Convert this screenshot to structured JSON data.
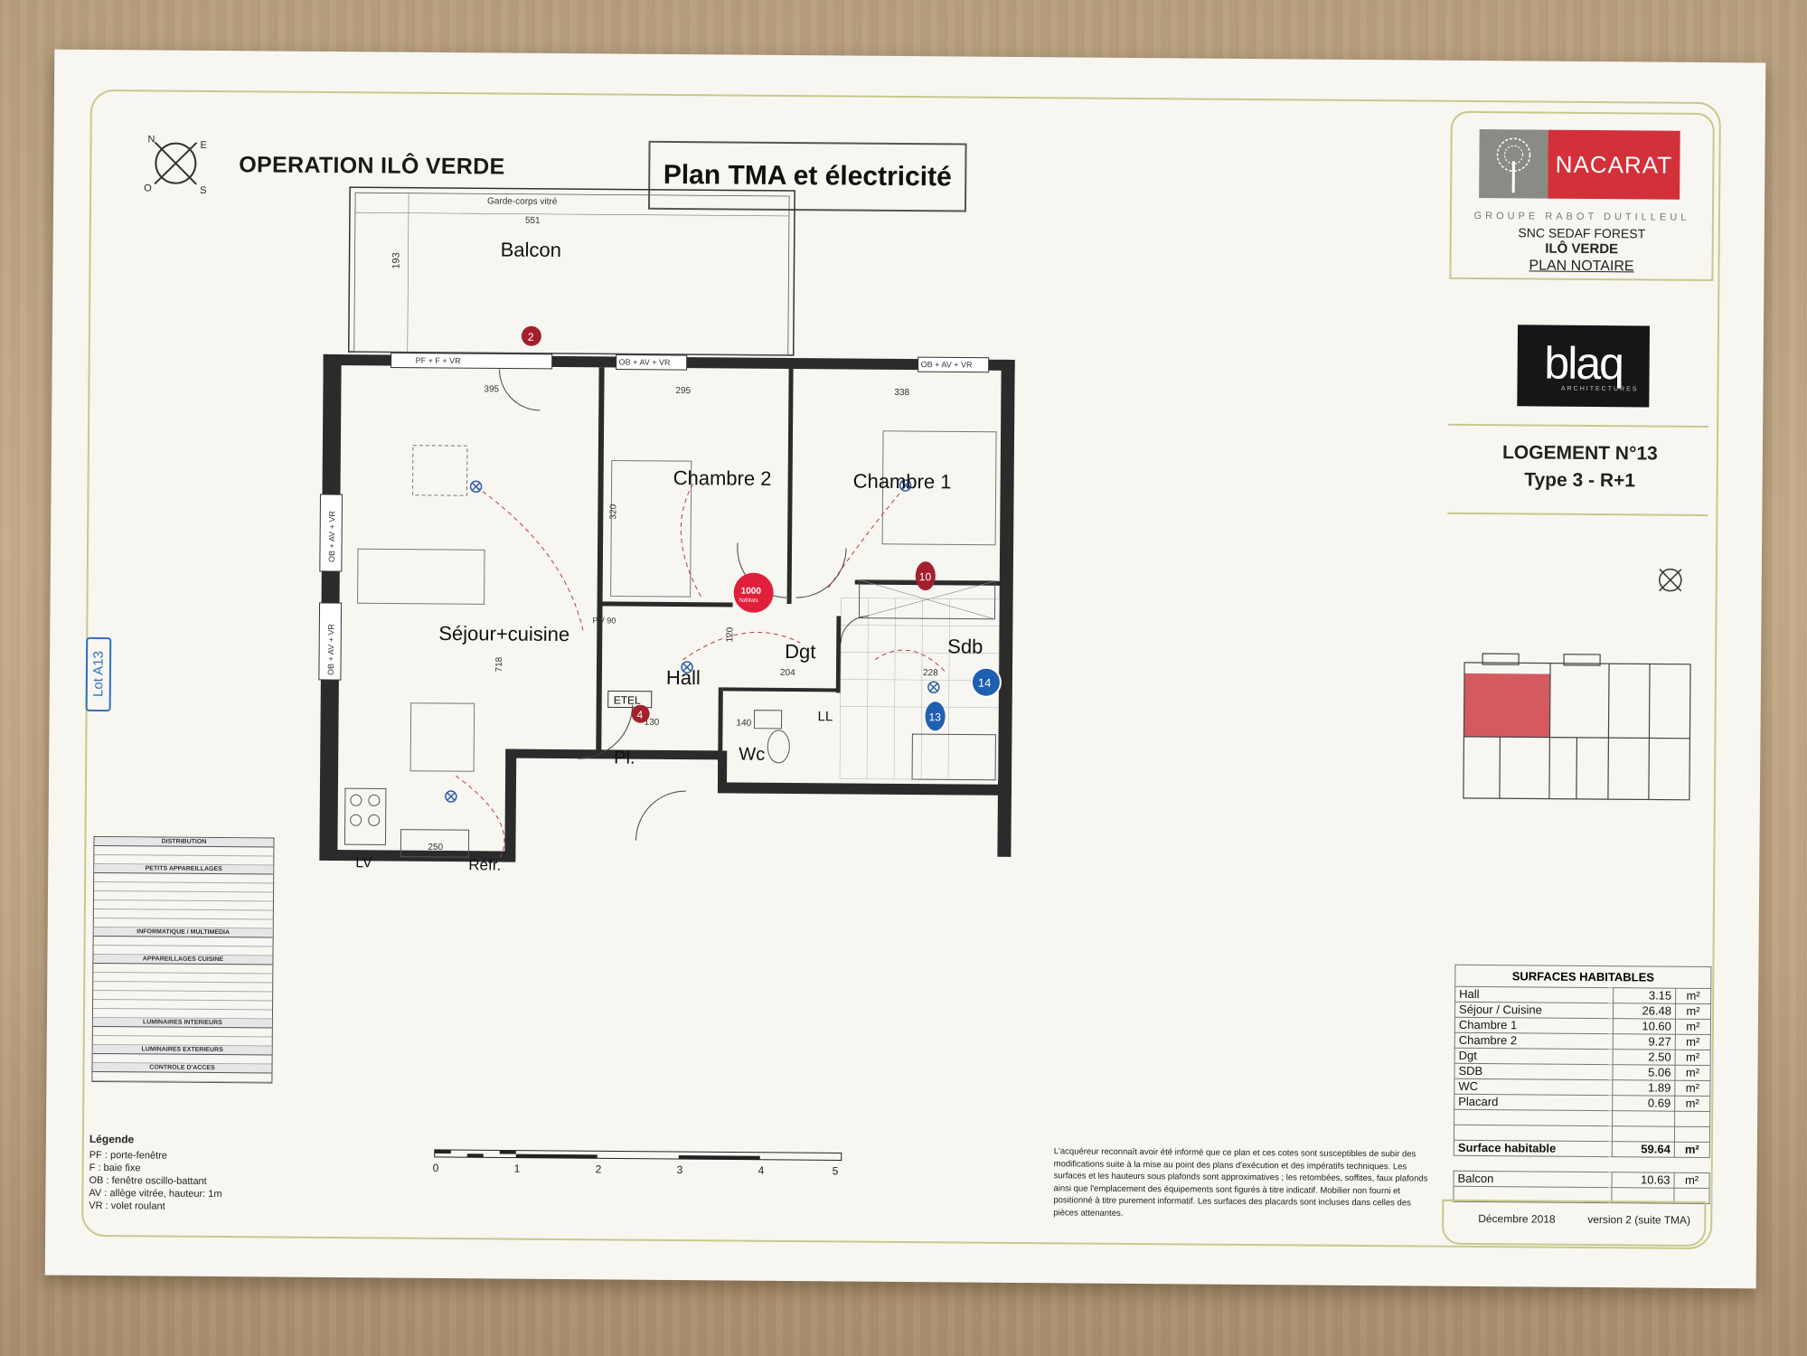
{
  "header": {
    "operation": "OPERATION ILÔ VERDE",
    "plan_title": "Plan TMA et électricité",
    "lot_tag": "Lot A13"
  },
  "compass": {
    "n": "N",
    "e": "E",
    "s": "S",
    "o": "O"
  },
  "title_block": {
    "brand": "NACARAT",
    "group": "GROUPE RABOT DUTILLEUL",
    "company": "SNC SEDAF FOREST",
    "project": "ILÔ VERDE",
    "doc_type": "PLAN NOTAIRE",
    "architect_logo": "blaq",
    "architect_sub": "ARCHITECTURES",
    "logement": "LOGEMENT N°13",
    "type": "Type 3 - R+1",
    "date": "Décembre 2018",
    "version": "version 2 (suite TMA)"
  },
  "surfaces": {
    "title": "SURFACES HABITABLES",
    "rows": [
      {
        "name": "Hall",
        "value": "3.15",
        "unit": "m²"
      },
      {
        "name": "Séjour / Cuisine",
        "value": "26.48",
        "unit": "m²"
      },
      {
        "name": "Chambre 1",
        "value": "10.60",
        "unit": "m²"
      },
      {
        "name": "Chambre 2",
        "value": "9.27",
        "unit": "m²"
      },
      {
        "name": "Dgt",
        "value": "2.50",
        "unit": "m²"
      },
      {
        "name": "SDB",
        "value": "5.06",
        "unit": "m²"
      },
      {
        "name": "WC",
        "value": "1.89",
        "unit": "m²"
      },
      {
        "name": "Placard",
        "value": "0.69",
        "unit": "m²"
      }
    ],
    "total_label": "Surface habitable",
    "total_value": "59.64",
    "total_unit": "m²",
    "balcon_label": "Balcon",
    "balcon_value": "10.63",
    "balcon_unit": "m²"
  },
  "rooms": {
    "balcon": "Balcon",
    "sejour": "Séjour+cuisine",
    "chambre1": "Chambre 1",
    "chambre2": "Chambre 2",
    "hall": "Hall",
    "dgt": "Dgt",
    "sdb": "Sdb",
    "wc": "Wc",
    "pl": "Pl.",
    "ll": "LL",
    "lv": "LV",
    "refr": "Réfr.",
    "etel": "ETEL"
  },
  "dimensions": {
    "garde_corps": "Garde-corps vitré",
    "d551": "551",
    "d193": "193",
    "d395": "395",
    "d295": "295",
    "d338": "338",
    "d320": "320",
    "d718": "718",
    "d250": "250",
    "d130": "130",
    "d140": "140",
    "d120": "120",
    "d204": "204",
    "d228": "228",
    "pv90": "P.V 90"
  },
  "openings": {
    "w1": "PF + F + VR",
    "w2": "OB + AV + VR",
    "w3": "OB + AV + VR",
    "w4": "OB + AV + VR",
    "w5": "OB + AV + VR"
  },
  "markers": {
    "m2": "2",
    "m4": "4",
    "m10": "10",
    "m13": "13",
    "m14": "14",
    "badge_top": "1000",
    "badge_bottom": "habitats"
  },
  "legend_table": {
    "sections": [
      "DISTRIBUTION",
      "PETITS APPAREILLAGES",
      "INFORMATIQUE / MULTIMEDIA",
      "APPAREILLAGES CUISINE",
      "LUMINAIRES INTERIEURS",
      "LUMINAIRES EXTERIEURS",
      "CONTROLE D'ACCES"
    ]
  },
  "legende": {
    "title": "Légende",
    "lines": [
      "PF : porte-fenêtre",
      "F : baie fixe",
      "OB : fenêtre oscillo-battant",
      "AV : allège vitrée, hauteur: 1m",
      "VR : volet roulant"
    ]
  },
  "scale_labels": [
    "0",
    "1",
    "2",
    "3",
    "4",
    "5"
  ],
  "disclaimer": "L'acquéreur reconnaît avoir été informé que ce plan et ces cotes sont susceptibles de subir des modifications suite à la mise au point des plans d'exécution et des impératifs techniques. Les surfaces et les hauteurs sous plafonds sont approximatives ; les retombées, soffites, faux plafonds ainsi que l'emplacement des équipements sont figurés à titre indicatif. Mobilier non fourni et positionné à titre purement informatif. Les surfaces des placards sont incluses dans celles des pièces attenantes.",
  "colors": {
    "frame": "#c7c98c",
    "brand_red": "#d2313a",
    "marker_red": "#a3202e",
    "marker_blue": "#1f5fb0",
    "wall": "#2b2b2b"
  }
}
